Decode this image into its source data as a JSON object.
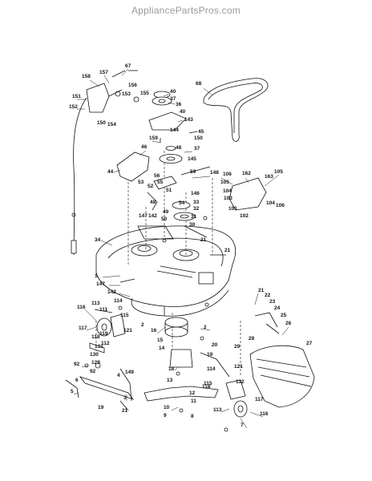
{
  "watermark": "AppliancePartsPros.com",
  "callouts": [
    {
      "id": "label-67",
      "text": "67"
    },
    {
      "id": "label-157",
      "text": "157"
    },
    {
      "id": "label-158",
      "text": "158"
    },
    {
      "id": "label-156",
      "text": "156"
    },
    {
      "id": "label-155",
      "text": "155"
    },
    {
      "id": "label-153",
      "text": "153"
    },
    {
      "id": "label-151",
      "text": "151"
    },
    {
      "id": "label-152",
      "text": "152"
    },
    {
      "id": "label-150a",
      "text": "150"
    },
    {
      "id": "label-154",
      "text": "154"
    },
    {
      "id": "label-40a",
      "text": "40"
    },
    {
      "id": "label-37a",
      "text": "37"
    },
    {
      "id": "label-36",
      "text": "36"
    },
    {
      "id": "label-40b",
      "text": "40"
    },
    {
      "id": "label-143",
      "text": "143"
    },
    {
      "id": "label-144",
      "text": "144"
    },
    {
      "id": "label-68",
      "text": "68"
    },
    {
      "id": "label-45",
      "text": "45"
    },
    {
      "id": "label-150b",
      "text": "150"
    },
    {
      "id": "label-159",
      "text": "159"
    },
    {
      "id": "label-48",
      "text": "48"
    },
    {
      "id": "label-37b",
      "text": "37"
    },
    {
      "id": "label-145",
      "text": "145"
    },
    {
      "id": "label-46",
      "text": "46"
    },
    {
      "id": "label-44",
      "text": "44"
    },
    {
      "id": "label-56",
      "text": "56"
    },
    {
      "id": "label-59",
      "text": "59"
    },
    {
      "id": "label-148",
      "text": "148"
    },
    {
      "id": "label-53",
      "text": "53"
    },
    {
      "id": "label-52",
      "text": "52"
    },
    {
      "id": "label-55",
      "text": "55"
    },
    {
      "id": "label-51",
      "text": "51"
    },
    {
      "id": "label-146",
      "text": "146"
    },
    {
      "id": "label-54",
      "text": "54"
    },
    {
      "id": "label-33",
      "text": "33"
    },
    {
      "id": "label-49",
      "text": "49"
    },
    {
      "id": "label-32",
      "text": "32"
    },
    {
      "id": "label-48b",
      "text": "48"
    },
    {
      "id": "label-50",
      "text": "50"
    },
    {
      "id": "label-31",
      "text": "31"
    },
    {
      "id": "label-147a",
      "text": "147"
    },
    {
      "id": "label-142a",
      "text": "142"
    },
    {
      "id": "label-30",
      "text": "30"
    },
    {
      "id": "label-106a",
      "text": "106"
    },
    {
      "id": "label-162",
      "text": "162"
    },
    {
      "id": "label-105a",
      "text": "105"
    },
    {
      "id": "label-104a",
      "text": "104"
    },
    {
      "id": "label-103a",
      "text": "103"
    },
    {
      "id": "label-101",
      "text": "101"
    },
    {
      "id": "label-102",
      "text": "102"
    },
    {
      "id": "label-105b",
      "text": "105"
    },
    {
      "id": "label-163",
      "text": "163"
    },
    {
      "id": "label-104b",
      "text": "104"
    },
    {
      "id": "label-106b",
      "text": "106"
    },
    {
      "id": "label-34",
      "text": "34"
    },
    {
      "id": "label-21a",
      "text": "21"
    },
    {
      "id": "label-21b",
      "text": "21"
    },
    {
      "id": "label-1",
      "text": "1"
    },
    {
      "id": "label-147b",
      "text": "147"
    },
    {
      "id": "label-142b",
      "text": "142"
    },
    {
      "id": "label-114a",
      "text": "114"
    },
    {
      "id": "label-116a",
      "text": "116"
    },
    {
      "id": "label-113a",
      "text": "113"
    },
    {
      "id": "label-111",
      "text": "111"
    },
    {
      "id": "label-117a",
      "text": "117"
    },
    {
      "id": "label-119",
      "text": "119"
    },
    {
      "id": "label-115a",
      "text": "115"
    },
    {
      "id": "label-121a",
      "text": "121"
    },
    {
      "id": "label-118a",
      "text": "118"
    },
    {
      "id": "label-112",
      "text": "112"
    },
    {
      "id": "label-2a",
      "text": "2"
    },
    {
      "id": "label-21c",
      "text": "21"
    },
    {
      "id": "label-22",
      "text": "22"
    },
    {
      "id": "label-23",
      "text": "23"
    },
    {
      "id": "label-24",
      "text": "24"
    },
    {
      "id": "label-25",
      "text": "25"
    },
    {
      "id": "label-26",
      "text": "26"
    },
    {
      "id": "label-27",
      "text": "27"
    },
    {
      "id": "label-28",
      "text": "28"
    },
    {
      "id": "label-29",
      "text": "29"
    },
    {
      "id": "label-16",
      "text": "16"
    },
    {
      "id": "label-2b",
      "text": "2"
    },
    {
      "id": "label-15",
      "text": "15"
    },
    {
      "id": "label-14",
      "text": "14"
    },
    {
      "id": "label-20",
      "text": "20"
    },
    {
      "id": "label-19",
      "text": "19"
    },
    {
      "id": "label-18",
      "text": "18"
    },
    {
      "id": "label-114b",
      "text": "114"
    },
    {
      "id": "label-121b",
      "text": "121"
    },
    {
      "id": "label-131",
      "text": "131"
    },
    {
      "id": "label-130",
      "text": "130"
    },
    {
      "id": "label-129",
      "text": "129"
    },
    {
      "id": "label-92a",
      "text": "92"
    },
    {
      "id": "label-92b",
      "text": "92"
    },
    {
      "id": "label-6",
      "text": "6"
    },
    {
      "id": "label-4",
      "text": "4"
    },
    {
      "id": "label-149",
      "text": "149"
    },
    {
      "id": "label-5",
      "text": "5"
    },
    {
      "id": "label-3",
      "text": "3"
    },
    {
      "id": "label-21d",
      "text": "21"
    },
    {
      "id": "label-19b",
      "text": "19"
    },
    {
      "id": "label-13",
      "text": "13"
    },
    {
      "id": "label-12",
      "text": "12"
    },
    {
      "id": "label-11",
      "text": "11"
    },
    {
      "id": "label-10",
      "text": "10"
    },
    {
      "id": "label-9",
      "text": "9"
    },
    {
      "id": "label-8",
      "text": "8"
    },
    {
      "id": "label-118b",
      "text": "118"
    },
    {
      "id": "label-115b",
      "text": "115"
    },
    {
      "id": "label-112b",
      "text": "112"
    },
    {
      "id": "label-113b",
      "text": "113"
    },
    {
      "id": "label-117b",
      "text": "117"
    },
    {
      "id": "label-116b",
      "text": "116"
    },
    {
      "id": "label-7",
      "text": "7"
    }
  ]
}
